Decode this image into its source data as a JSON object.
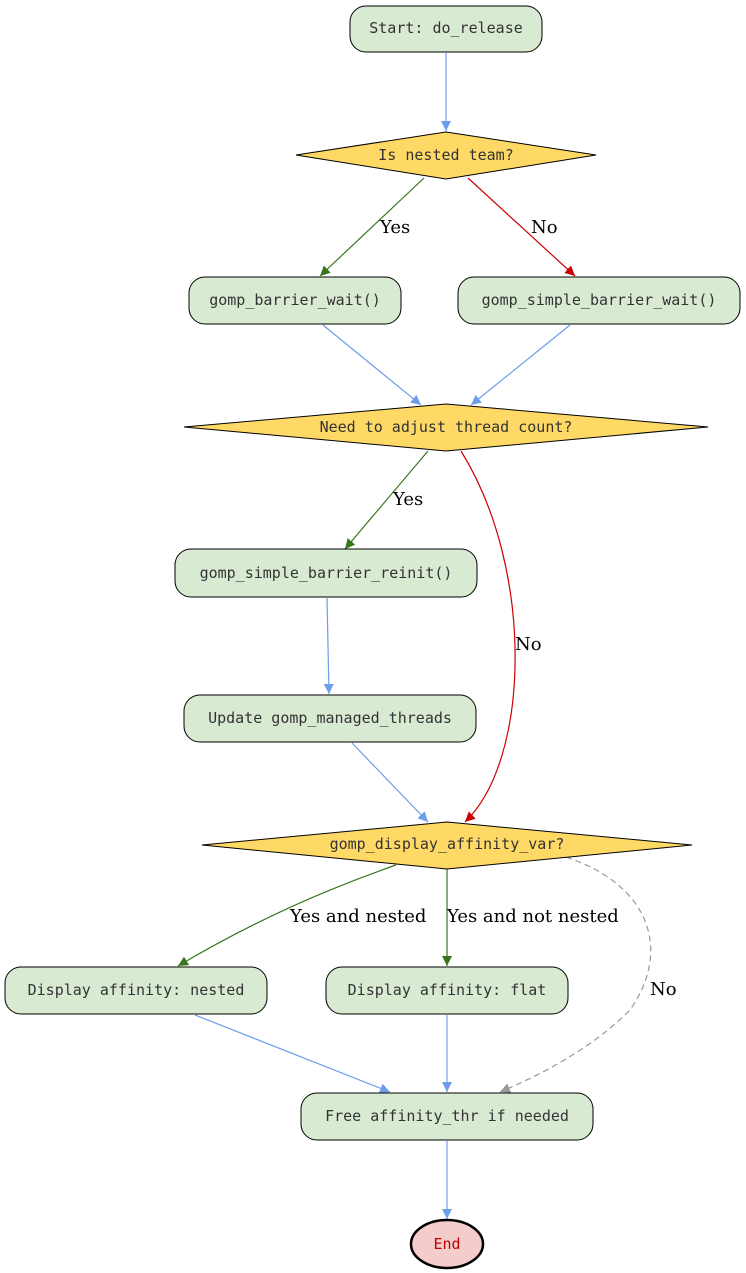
{
  "colors": {
    "process_fill": "#d9ead3",
    "decision_fill": "#ffd966",
    "end_fill": "#f4cccc",
    "end_text": "#c00000",
    "edge_blue": "#6d9eeb",
    "edge_green": "#38761d",
    "edge_red": "#cc0000",
    "edge_gray": "#999999"
  },
  "nodes": {
    "start": "Start: do_release",
    "nested_team": "Is nested team?",
    "barrier_wait": "gomp_barrier_wait()",
    "simple_barrier_wait": "gomp_simple_barrier_wait()",
    "adjust_thread_count": "Need to adjust thread count?",
    "barrier_reinit": "gomp_simple_barrier_reinit()",
    "update_managed_threads": "Update gomp_managed_threads",
    "display_affinity_var": "gomp_display_affinity_var?",
    "display_nested": "Display affinity: nested",
    "display_flat": "Display affinity: flat",
    "free_affinity": "Free affinity_thr if needed",
    "end": "End"
  },
  "edge_labels": {
    "nested_yes": "Yes",
    "nested_no": "No",
    "adjust_yes": "Yes",
    "adjust_no": "No",
    "affinity_yes_nested": "Yes and nested",
    "affinity_yes_not_nested": "Yes and not nested",
    "affinity_no": "No"
  }
}
